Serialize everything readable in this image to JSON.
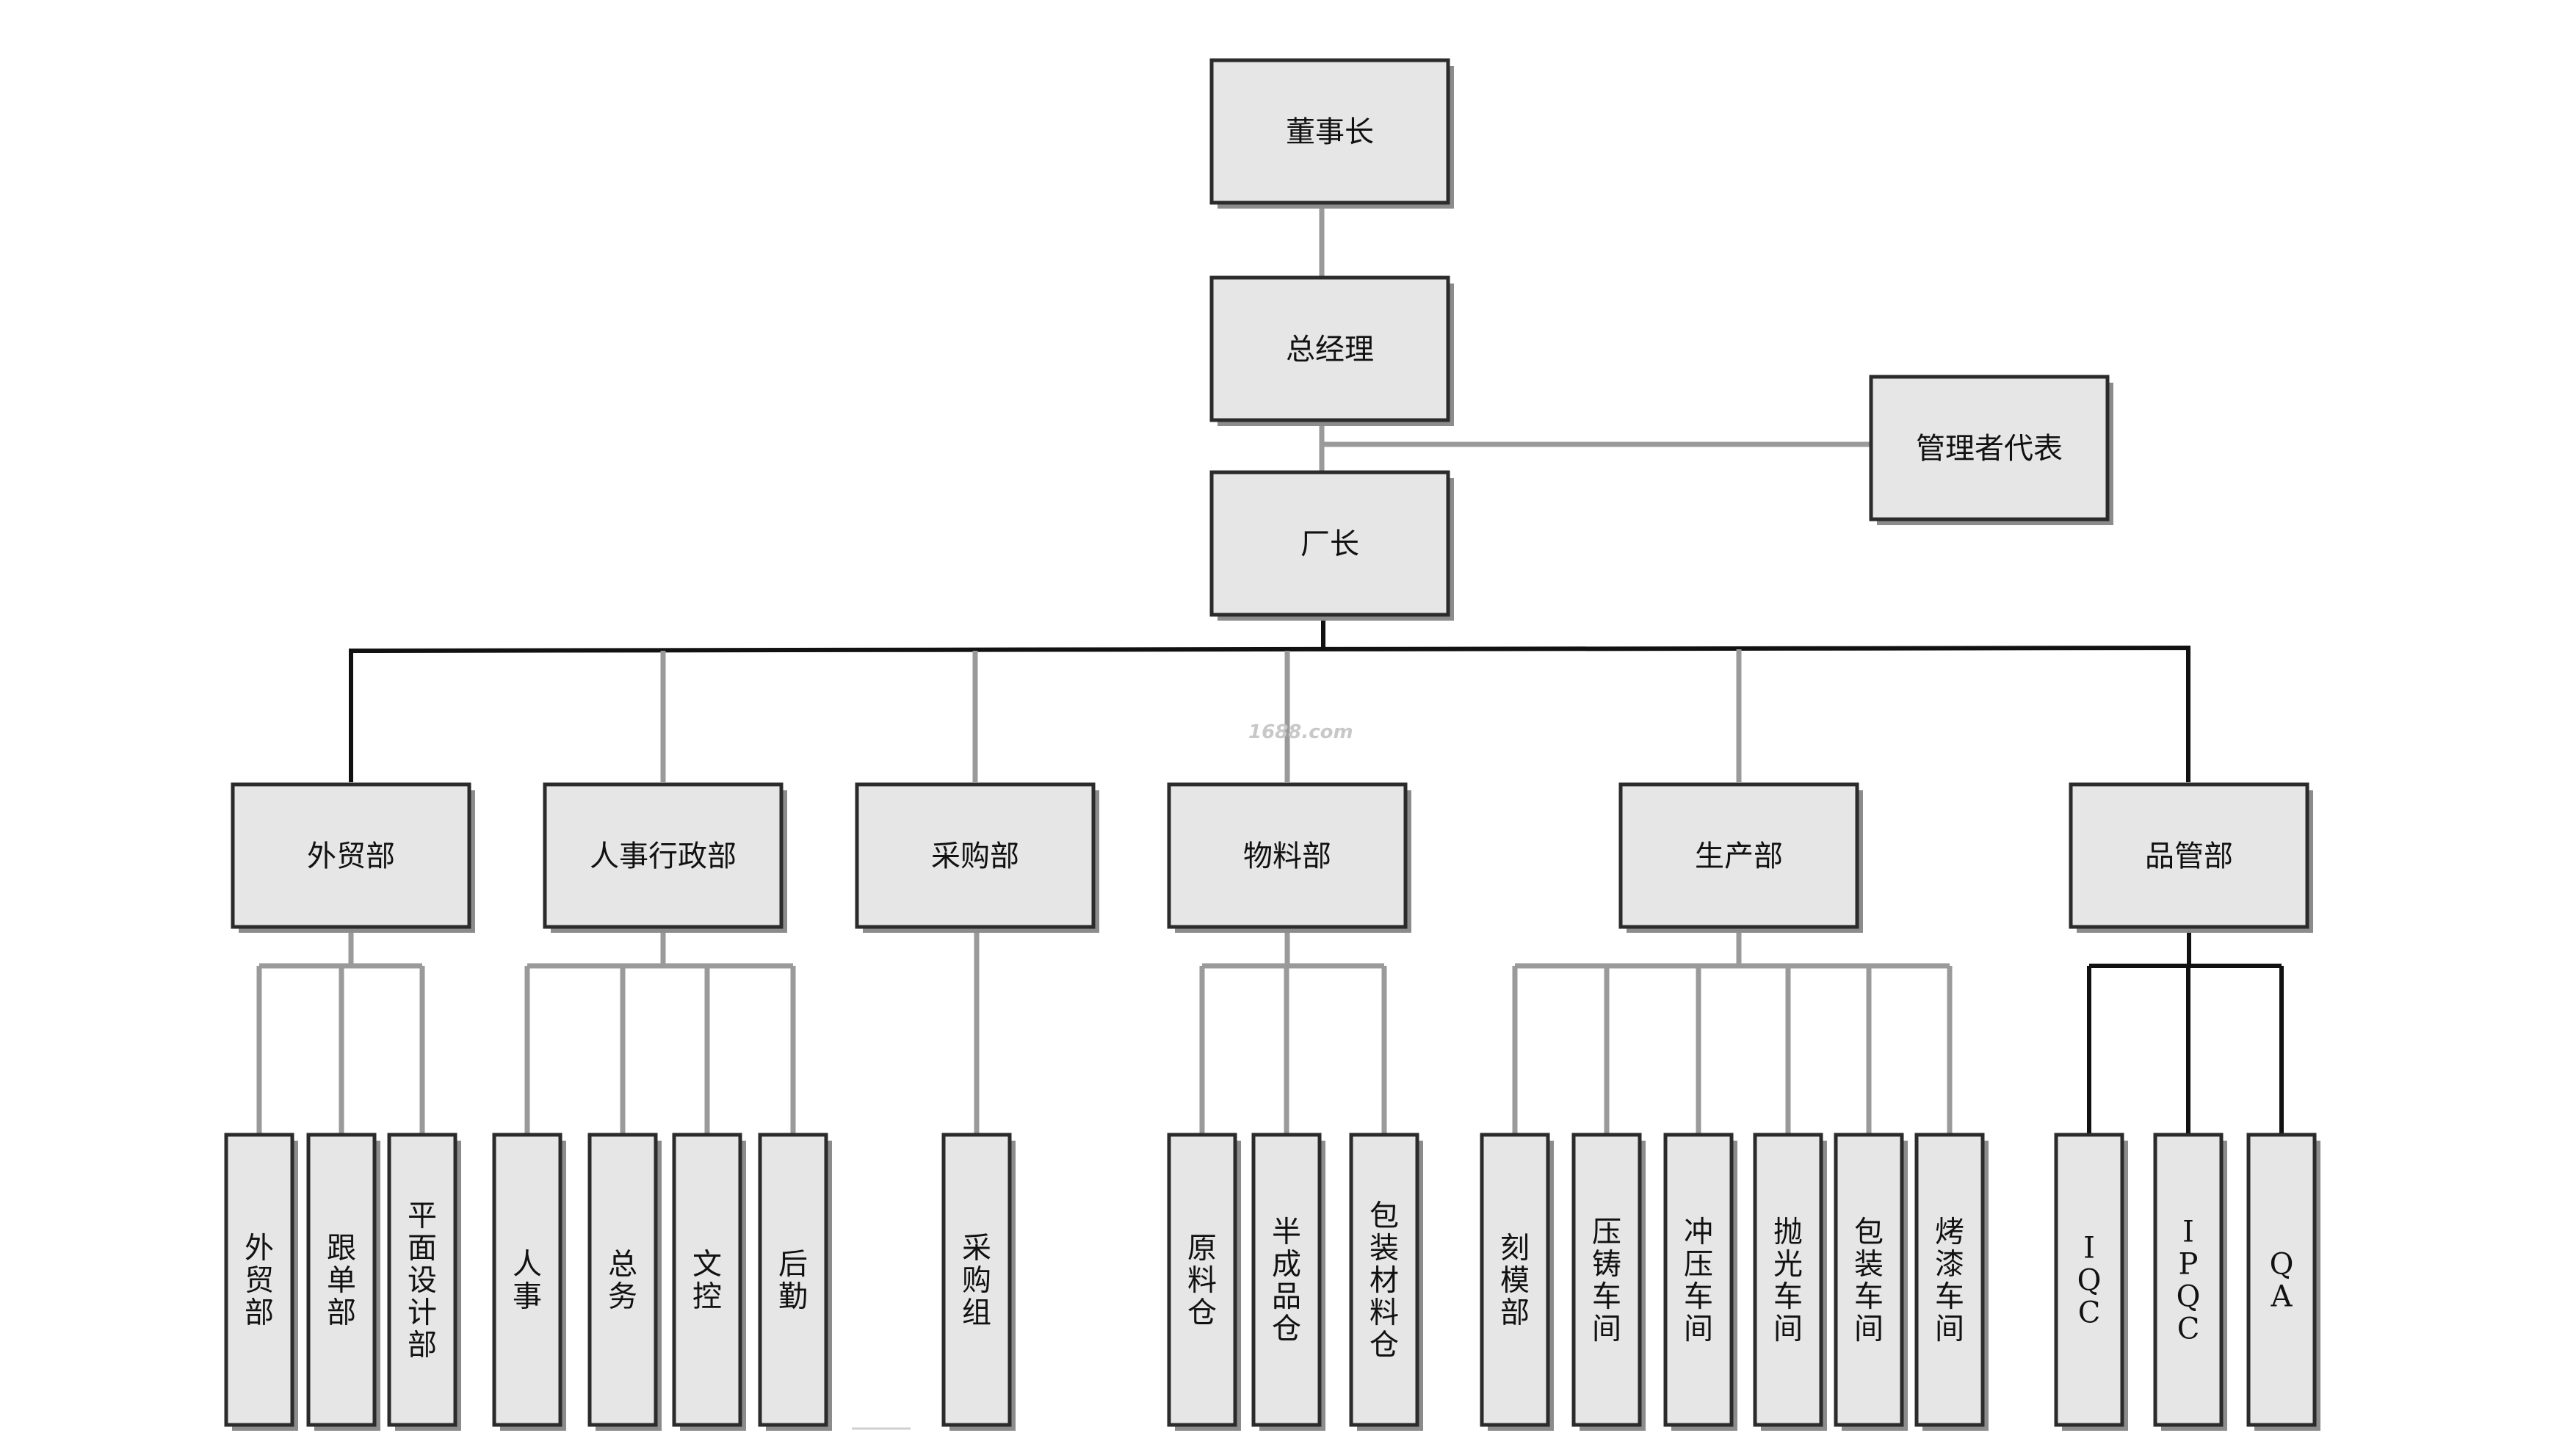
{
  "top": {
    "chairman": "董事长",
    "gm": "总经理",
    "mgmt_rep": "管理者代表",
    "plant": "厂长"
  },
  "watermark": "1688.com",
  "departments": [
    {
      "label": "外贸部",
      "subs": [
        "外贸部",
        "跟单部",
        "平面设计部"
      ]
    },
    {
      "label": "人事行政部",
      "subs": [
        "人事",
        "总务",
        "文控",
        "后勤"
      ]
    },
    {
      "label": "采购部",
      "subs": [
        "采购组"
      ]
    },
    {
      "label": "物料部",
      "subs": [
        "原料仓",
        "半成品仓",
        "包装材料仓"
      ]
    },
    {
      "label": "生产部",
      "subs": [
        "刻模部",
        "压铸车间",
        "冲压车间",
        "抛光车间",
        "包装车间",
        "烤漆车间"
      ]
    },
    {
      "label": "品管部",
      "subs": [
        "IQC",
        "IPQC",
        "QA"
      ]
    }
  ],
  "colors": {
    "box_fill": "#e6e6e6",
    "line_grey": "#9a9a9a",
    "line_dark": "#111111"
  }
}
